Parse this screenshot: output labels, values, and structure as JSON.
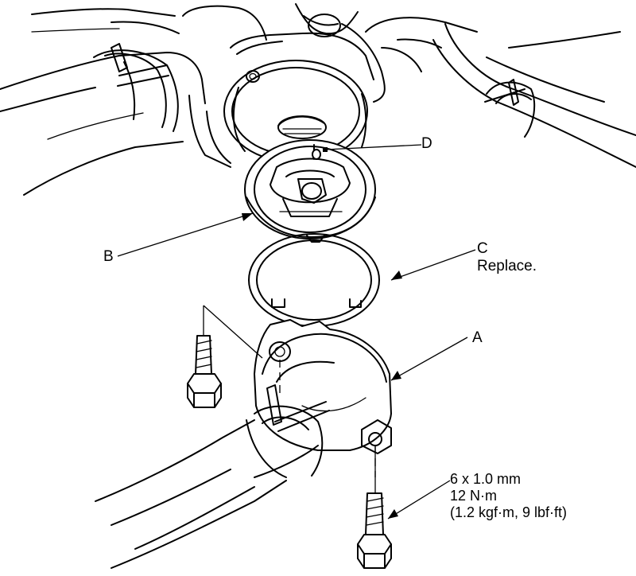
{
  "labels": {
    "a": "A",
    "b": "B",
    "c": "C",
    "c_note": "Replace.",
    "d": "D"
  },
  "torque_spec": {
    "bolt_size": "6 x 1.0 mm",
    "torque_nm": "12 N·m",
    "torque_alt": "(1.2 kgf·m, 9 lbf·ft)"
  }
}
